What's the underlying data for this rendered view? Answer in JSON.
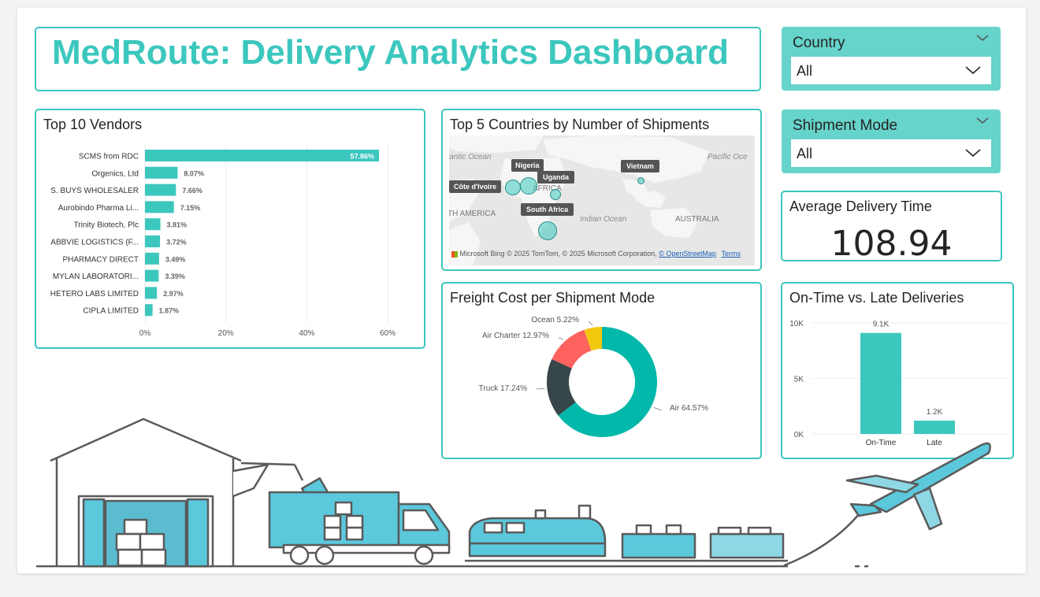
{
  "title": "MedRoute: Delivery Analytics Dashboard",
  "slicers": {
    "country": {
      "label": "Country",
      "value": "All"
    },
    "mode": {
      "label": "Shipment Mode",
      "value": "All"
    }
  },
  "kpi": {
    "title": "Average Delivery Time",
    "value": "108.94"
  },
  "vendors": {
    "title": "Top 10 Vendors",
    "chart_data": {
      "type": "bar",
      "categories": [
        "SCMS from RDC",
        "Orgenics, Ltd",
        "S. BUYS WHOLESALER",
        "Aurobindo Pharma Li...",
        "Trinity Biotech, Plc",
        "ABBVIE LOGISTICS (F...",
        "PHARMACY DIRECT",
        "MYLAN LABORATORI...",
        "HETERO LABS LIMITED",
        "CIPLA LIMITED"
      ],
      "values": [
        57.86,
        8.07,
        7.66,
        7.15,
        3.81,
        3.72,
        3.49,
        3.39,
        2.97,
        1.87
      ],
      "data_labels": [
        "57.86%",
        "8.07%",
        "7.66%",
        "7.15%",
        "3.81%",
        "3.72%",
        "3.49%",
        "3.39%",
        "2.97%",
        "1.87%"
      ],
      "xticks": [
        "0%",
        "20%",
        "40%",
        "60%"
      ],
      "xlim": [
        0,
        60
      ],
      "color": "#3cc7be"
    }
  },
  "map": {
    "title": "Top 5 Countries by Number of Shipments",
    "labels": {
      "ocean1": "lantic Ocean",
      "ocean2": "Pacific Oce",
      "ocean3": "Indian Ocean",
      "continent1": "AFRICA",
      "continent2": "TH AMERICA",
      "continent3": "AUSTRALIA"
    },
    "markers": [
      {
        "name": "Nigeria"
      },
      {
        "name": "Uganda"
      },
      {
        "name": "Côte d'Ivoire"
      },
      {
        "name": "Vietnam"
      },
      {
        "name": "South Africa"
      }
    ],
    "attribution": "© 2025 TomTom, © 2025 Microsoft Corporation,",
    "osm": "© OpenStreetMap",
    "terms": "Terms",
    "brand": "Microsoft Bing"
  },
  "freight": {
    "title": "Freight Cost per Shipment Mode",
    "chart_data": {
      "type": "pie",
      "labels": [
        "Air",
        "Truck",
        "Air Charter",
        "Ocean"
      ],
      "values": [
        64.57,
        17.24,
        12.97,
        5.22
      ],
      "data_labels": [
        "Air 64.57%",
        "Truck 17.24%",
        "Air Charter 12.97%",
        "Ocean 5.22%"
      ],
      "colors": [
        "#01b8aa",
        "#374649",
        "#fd625e",
        "#f2c80f"
      ]
    }
  },
  "ontime": {
    "title": "On-Time vs. Late Deliveries",
    "chart_data": {
      "type": "bar",
      "categories": [
        "On-Time",
        "Late"
      ],
      "values": [
        9100,
        1200
      ],
      "data_labels": [
        "9.1K",
        "1.2K"
      ],
      "yticks": [
        "0K",
        "5K",
        "10K"
      ],
      "ylim": [
        0,
        10000
      ],
      "color": "#3cc7be"
    }
  }
}
